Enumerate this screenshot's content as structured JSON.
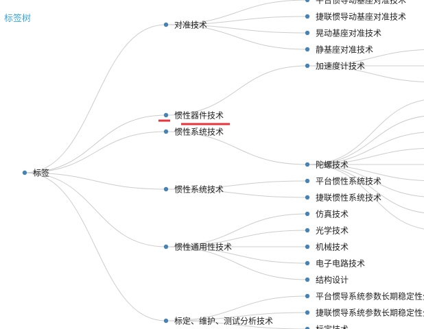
{
  "header": {
    "title": "标签树"
  },
  "colors": {
    "link": "#cccccc",
    "node": "#4682b4",
    "highlight": "#e8323c",
    "title": "#3aa7d8"
  },
  "tree": {
    "root": "标签",
    "nodes": [
      {
        "id": "n1",
        "label": "对准技术"
      },
      {
        "id": "n2",
        "label": "惯性器件技术"
      },
      {
        "id": "n3",
        "label": "惯性系统技术"
      },
      {
        "id": "n4",
        "label": "惯性系统技术"
      },
      {
        "id": "n5",
        "label": "惯性通用性技术"
      },
      {
        "id": "n6",
        "label": "标定、维护、测试分析技术"
      },
      {
        "id": "n1a",
        "label": "平台惯导动基座对准技术"
      },
      {
        "id": "n1b",
        "label": "捷联惯导动基座对准技术"
      },
      {
        "id": "n1c",
        "label": "晃动基座对准技术"
      },
      {
        "id": "n1d",
        "label": "静基座对准技术"
      },
      {
        "id": "n2a",
        "label": "加速度计技术"
      },
      {
        "id": "n3a",
        "label": "陀螺技术"
      },
      {
        "id": "n4a",
        "label": "平台惯性系统技术"
      },
      {
        "id": "n4b",
        "label": "捷联惯性系统技术"
      },
      {
        "id": "n5a",
        "label": "仿真技术"
      },
      {
        "id": "n5b",
        "label": "光学技术"
      },
      {
        "id": "n5c",
        "label": "机械技术"
      },
      {
        "id": "n5d",
        "label": "电子电路技术"
      },
      {
        "id": "n5e",
        "label": "结构设计"
      },
      {
        "id": "n6a",
        "label": "平台惯导系统参数长期稳定性分析"
      },
      {
        "id": "n6b",
        "label": "捷联惯导系统参数长期稳定性分析"
      },
      {
        "id": "n6c",
        "label": "标定技术"
      }
    ]
  }
}
